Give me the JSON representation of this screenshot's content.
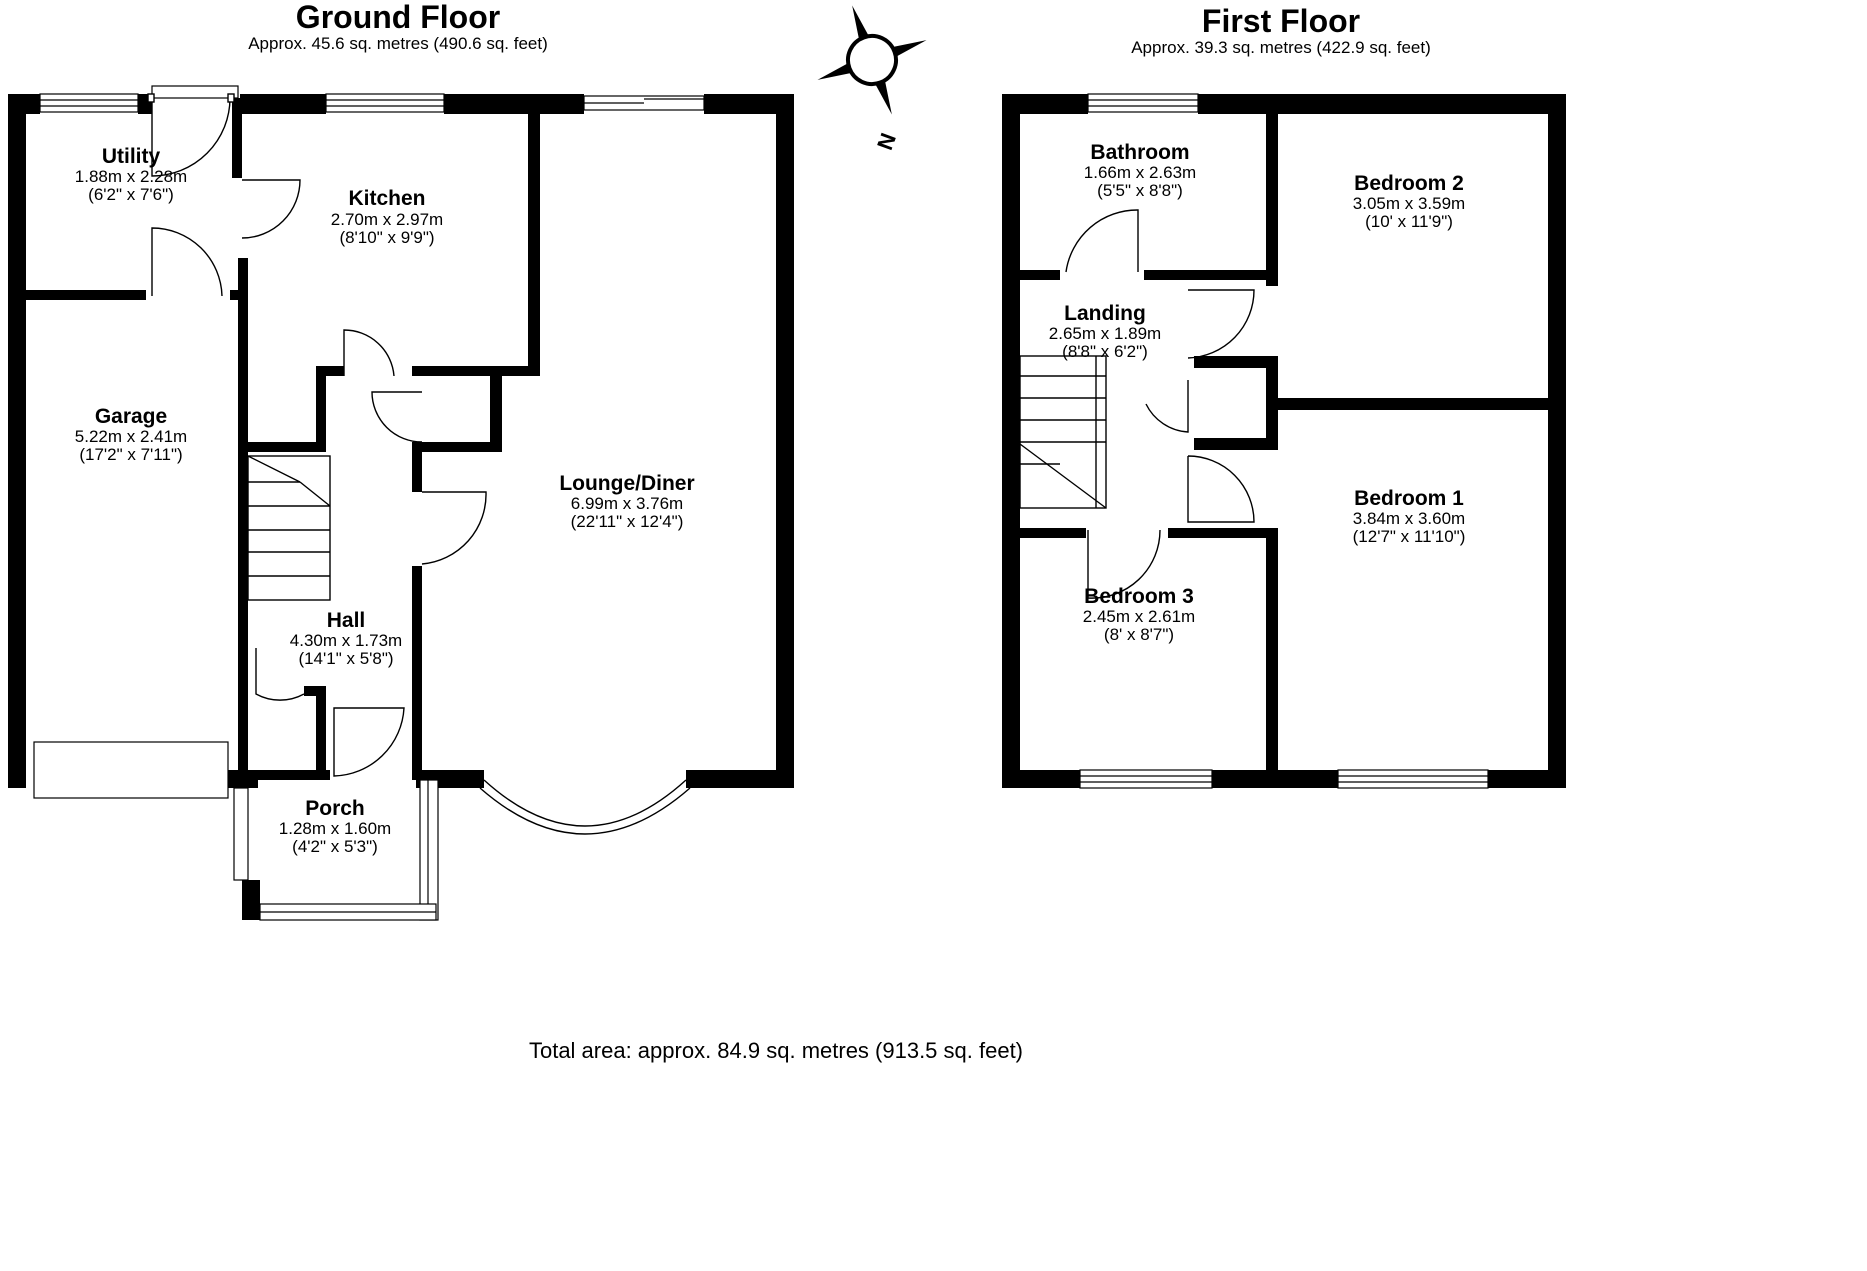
{
  "ground_floor": {
    "title": "Ground Floor",
    "area": "Approx. 45.6 sq. metres (490.6 sq. feet)",
    "rooms": [
      {
        "name": "Utility",
        "metric": "1.88m x 2.28m",
        "imperial": "(6'2\" x 7'6\")"
      },
      {
        "name": "Kitchen",
        "metric": "2.70m x 2.97m",
        "imperial": "(8'10\" x 9'9\")"
      },
      {
        "name": "Garage",
        "metric": "5.22m x 2.41m",
        "imperial": "(17'2\" x 7'11\")"
      },
      {
        "name": "Lounge/Diner",
        "metric": "6.99m x 3.76m",
        "imperial": "(22'11\" x 12'4\")"
      },
      {
        "name": "Hall",
        "metric": "4.30m x 1.73m",
        "imperial": "(14'1\" x 5'8\")"
      },
      {
        "name": "Porch",
        "metric": "1.28m x 1.60m",
        "imperial": "(4'2\" x 5'3\")"
      }
    ]
  },
  "first_floor": {
    "title": "First Floor",
    "area": "Approx. 39.3 sq. metres (422.9 sq. feet)",
    "rooms": [
      {
        "name": "Bathroom",
        "metric": "1.66m x 2.63m",
        "imperial": "(5'5\" x 8'8\")"
      },
      {
        "name": "Bedroom 2",
        "metric": "3.05m x 3.59m",
        "imperial": "(10' x 11'9\")"
      },
      {
        "name": "Landing",
        "metric": "2.65m x 1.89m",
        "imperial": "(8'8\" x 6'2\")"
      },
      {
        "name": "Bedroom 1",
        "metric": "3.84m x 3.60m",
        "imperial": "(12'7\" x 11'10\")"
      },
      {
        "name": "Bedroom 3",
        "metric": "2.45m x 2.61m",
        "imperial": "(8' x 8'7\")"
      }
    ]
  },
  "compass": {
    "label": "N"
  },
  "total_area": "Total area: approx. 84.9 sq. metres (913.5 sq. feet)"
}
